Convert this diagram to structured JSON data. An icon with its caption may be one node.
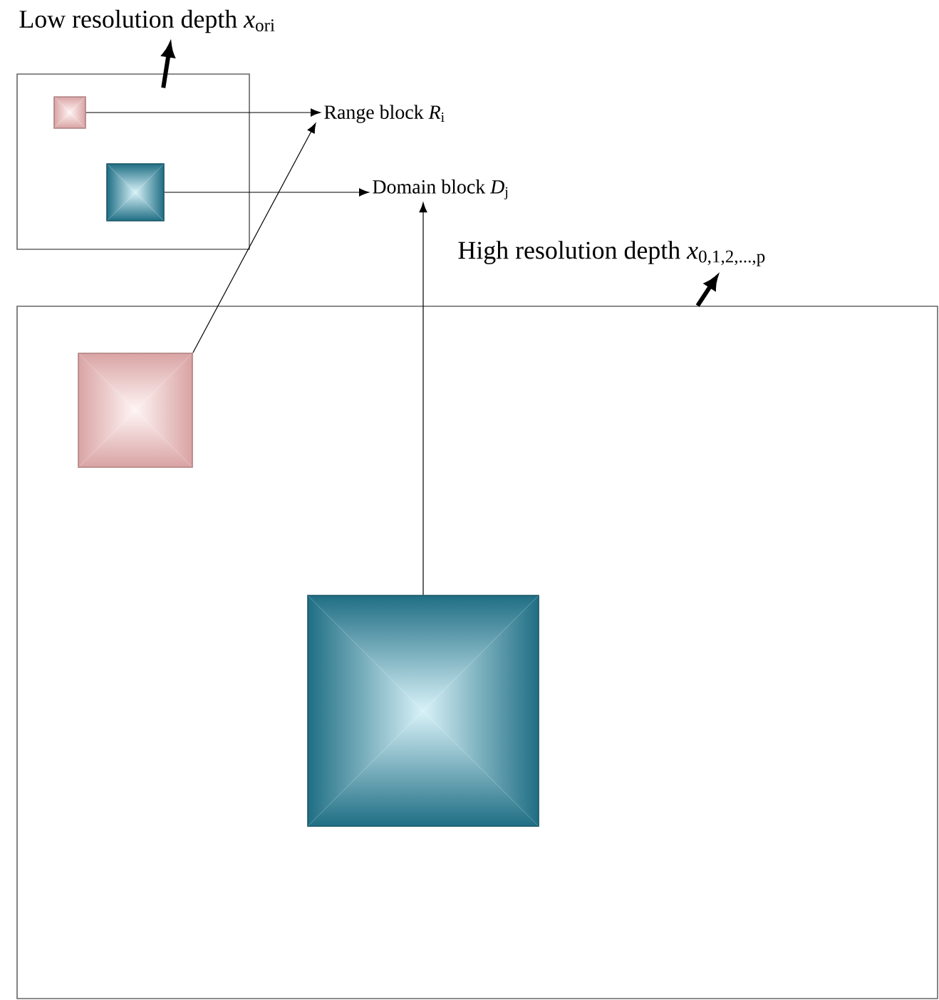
{
  "diagram": {
    "nodes": [
      {
        "text": [
          "Low resolution depth *x*$_{ori}$"
        ]
      },
      {
        "text": [],
        "shape": "box"
      },
      {
        "text": [],
        "shape": "box",
        "in": 1
      },
      {
        "text": [],
        "shape": "box",
        "in": 1
      },
      {
        "text": [
          "Range block *R*$_{i}$"
        ]
      },
      {
        "text": [
          "Domain block *D*$_{j}$"
        ]
      },
      {
        "text": [
          "High resolution depth *x*$_{0,1,2,...,p}$"
        ]
      },
      {
        "text": [],
        "shape": "box"
      },
      {
        "text": [],
        "shape": "box",
        "in": 7
      },
      {
        "text": [],
        "shape": "box",
        "in": 7
      }
    ],
    "edges": [
      {
        "from": 1,
        "to": 0,
        "arrow": "to",
        "style": "thick"
      },
      {
        "from": 2,
        "to": 4,
        "arrow": "to"
      },
      {
        "from": 3,
        "to": 5,
        "arrow": "to"
      },
      {
        "from": 7,
        "to": 6,
        "arrow": "to",
        "style": "thick"
      },
      {
        "from": 8,
        "to": 4,
        "arrow": "to"
      },
      {
        "from": 9,
        "to": 5,
        "arrow": "to"
      }
    ]
  }
}
